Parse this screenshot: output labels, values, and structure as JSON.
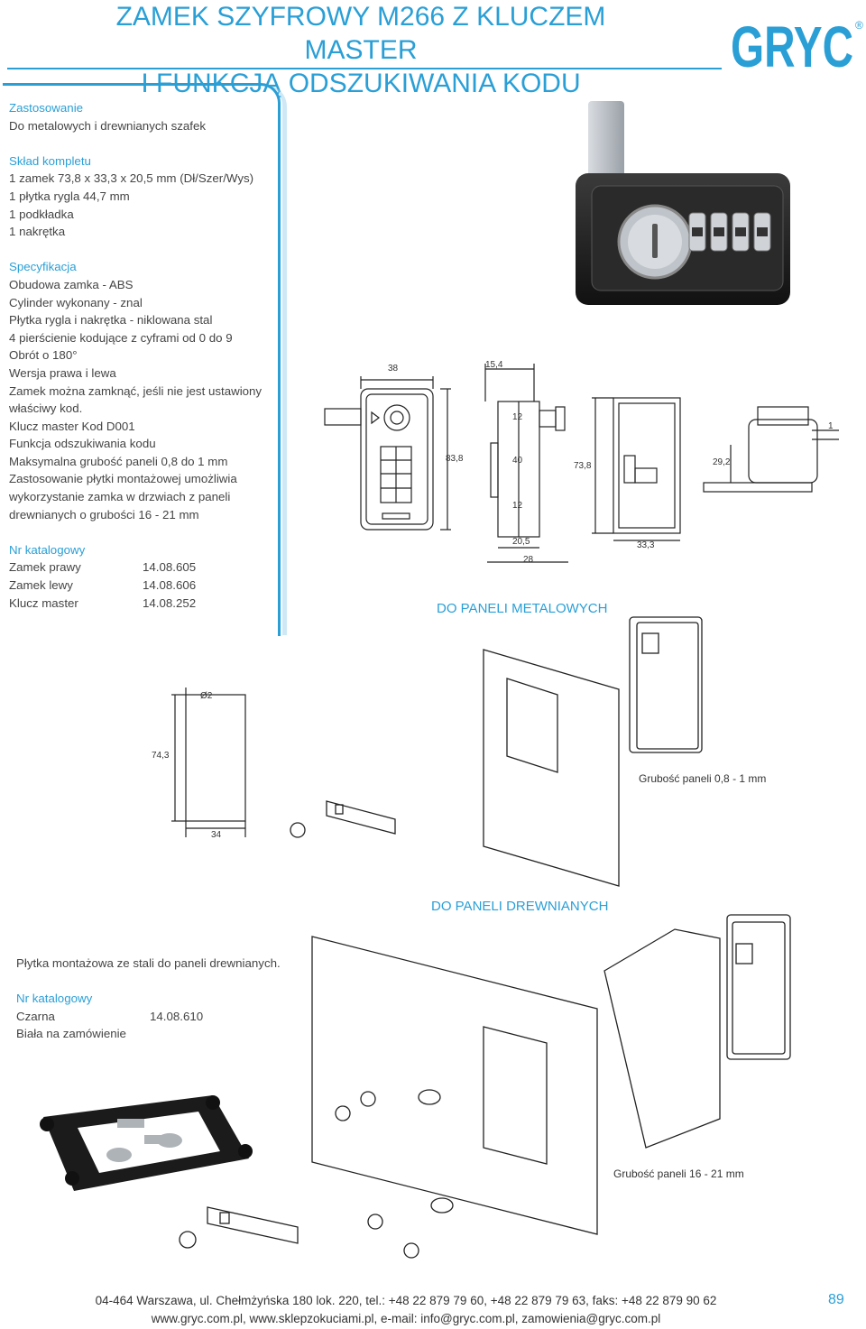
{
  "header": {
    "title_line1": "ZAMEK SZYFROWY M266 Z KLUCZEM MASTER",
    "title_line2": "I FUNKCJĄ ODSZUKIWANIA KODU",
    "logo_text": "GRYC",
    "logo_mark": "®"
  },
  "spec": {
    "usage_heading": "Zastosowanie",
    "usage_text": "Do metalowych i drewnianych szafek",
    "kit_heading": "Skład kompletu",
    "kit_items": [
      "1 zamek 73,8 x 33,3 x 20,5 mm (Dł/Szer/Wys)",
      "1 płytka rygla 44,7 mm",
      "1 podkładka",
      "1 nakrętka"
    ],
    "spec_heading": "Specyfikacja",
    "spec_items": [
      "Obudowa zamka - ABS",
      "Cylinder wykonany - znal",
      "Płytka rygla i nakrętka - niklowana stal",
      "4 pierścienie kodujące z cyframi od 0 do 9",
      "Obrót o 180°",
      "Wersja prawa i lewa",
      "Zamek można zamknąć, jeśli nie jest ustawiony",
      "właściwy kod.",
      "Klucz master Kod D001",
      "Funkcja odszukiwania kodu",
      "Maksymalna grubość paneli 0,8 do 1 mm",
      "Zastosowanie płytki montażowej umożliwia",
      "wykorzystanie zamka w drzwiach z paneli",
      "drewnianych o grubości 16 - 21 mm"
    ],
    "catalog_heading": "Nr katalogowy",
    "catalog": [
      {
        "name": "Zamek prawy",
        "code": "14.08.605"
      },
      {
        "name": "Zamek lewy",
        "code": "14.08.606"
      },
      {
        "name": "Klucz master",
        "code": "14.08.252"
      }
    ]
  },
  "drawing": {
    "dims": {
      "d38": "38",
      "d15_4": "15,4",
      "d83_8": "83,8",
      "d12a": "12",
      "d40": "40",
      "d12b": "12",
      "d73_8": "73,8",
      "d29_2": "29,2",
      "d1": "1",
      "d20_5": "20,5",
      "d28": "28",
      "d33_3": "33,3",
      "d2": "Ø2",
      "d74_3": "74,3",
      "d34": "34"
    }
  },
  "metal": {
    "heading": "DO PANELI METALOWYCH",
    "thickness": "Grubość paneli 0,8 - 1 mm"
  },
  "wood": {
    "heading": "DO PANELI DREWNIANYCH",
    "thickness": "Grubość paneli 16 - 21 mm",
    "plate_text": "Płytka montażowa ze stali do paneli drewnianych.",
    "catalog_heading": "Nr katalogowy",
    "catalog": [
      {
        "name": "Czarna",
        "code": "14.08.610"
      },
      {
        "name": "Biała na zamówienie",
        "code": ""
      }
    ]
  },
  "footer": {
    "line1": "04-464 Warszawa, ul. Chełmżyńska 180 lok. 220, tel.: +48 22 879 79 60, +48 22 879 79 63, faks: +48 22 879 90 62",
    "line2": "www.gryc.com.pl, www.sklepzokuciami.pl, e-mail: info@gryc.com.pl, zamowienia@gryc.com.pl",
    "page": "89"
  },
  "colors": {
    "accent": "#2a9fd6"
  }
}
